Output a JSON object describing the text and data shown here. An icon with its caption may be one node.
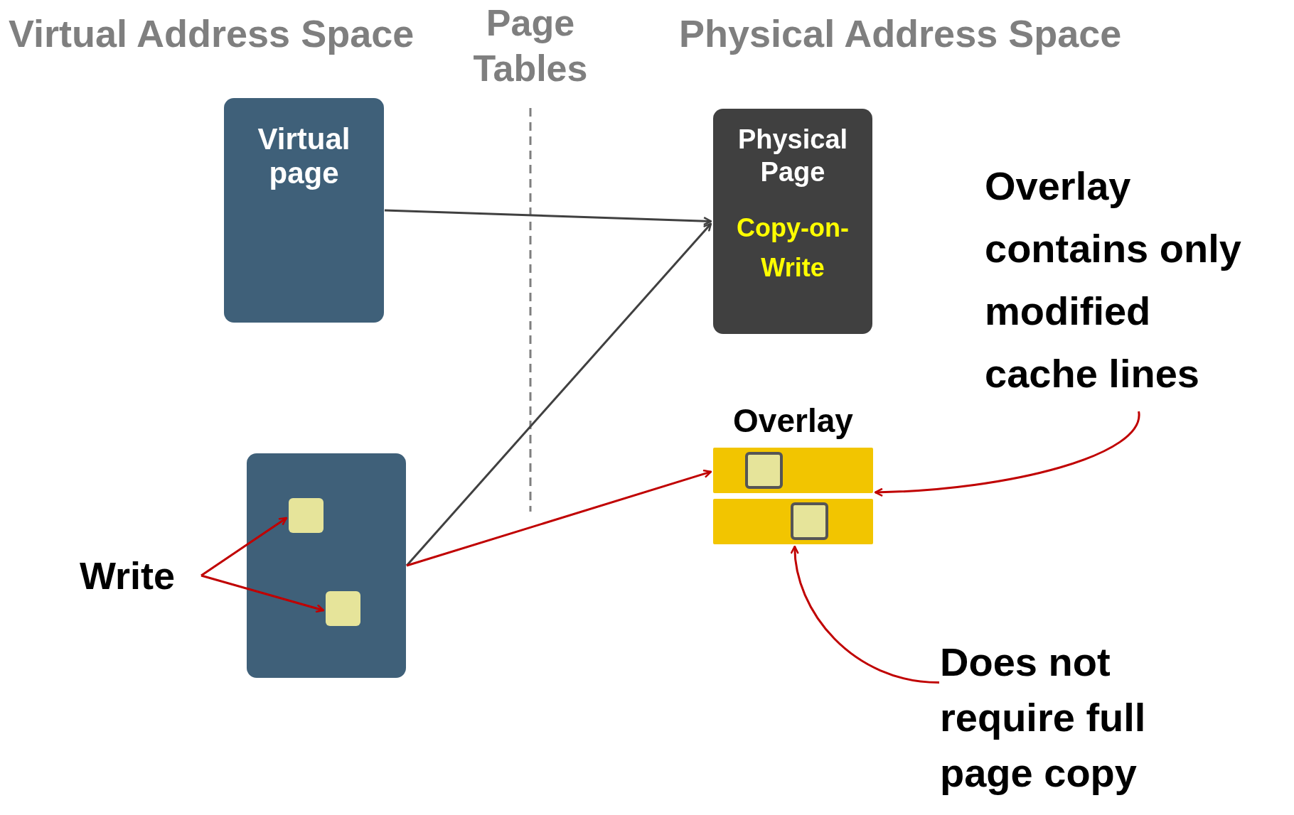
{
  "diagram": {
    "nodes": [
      {
        "text": [
          "Virtual page"
        ]
      },
      {
        "text": [
          "Physical Page",
          "Copy-on-Write"
        ]
      },
      {
        "text": [
          "Overlay"
        ]
      },
      {
        "text": [],
        "shape": "bar",
        "in": 2
      },
      {
        "text": [],
        "shape": "box",
        "in": 3
      },
      {
        "text": [],
        "shape": "bar",
        "in": 2
      },
      {
        "text": [],
        "shape": "box",
        "in": 5
      },
      {
        "text": [],
        "shape": "box"
      },
      {
        "text": [],
        "shape": "box",
        "in": 7
      },
      {
        "text": [],
        "shape": "box",
        "in": 7
      },
      {
        "text": [
          "Write"
        ]
      },
      {
        "text": [
          "Overlay contains only modified cache lines"
        ]
      },
      {
        "text": [
          "Does not require full page copy"
        ]
      }
    ],
    "edges": [
      {
        "from": 0,
        "to": 1,
        "arrow": "to",
        "color": "#404040"
      },
      {
        "from": 7,
        "to": 1,
        "arrow": "to",
        "color": "#404040"
      },
      {
        "from": 7,
        "to": 3,
        "arrow": "to"
      },
      {
        "from": 10,
        "to": 8,
        "arrow": "to"
      },
      {
        "from": 10,
        "to": 9,
        "arrow": "to"
      },
      {
        "from": 11,
        "to": 2,
        "arrow": "to"
      },
      {
        "from": 12,
        "to": 5,
        "arrow": "to"
      }
    ],
    "labels": [
      "Virtual Address Space",
      "Page Tables",
      "Physical Address Space"
    ]
  }
}
